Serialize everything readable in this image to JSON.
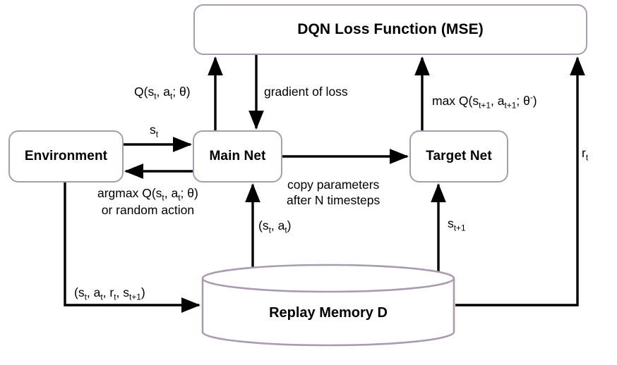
{
  "diagram": {
    "title": "DQN architecture flow diagram",
    "colors": {
      "node_border": "#a99bb0",
      "arrow": "#000000",
      "background": "#ffffff",
      "text": "#000000"
    },
    "nodes": {
      "loss": "DQN Loss Function (MSE)",
      "environment": "Environment",
      "main_net": "Main Net",
      "target_net": "Target Net",
      "replay_memory": "Replay Memory D"
    },
    "edge_labels": {
      "q_main": "Q(s_t, a_t; θ)",
      "gradient": "gradient of loss",
      "max_q_target": "max Q(s_t+1, a_t+1; θ-)",
      "state": "s_t",
      "argmax_line1": "argmax Q(s_t, a_t; θ)",
      "argmax_line2": "or random action",
      "copy_line1": "copy parameters",
      "copy_line2": "after N timesteps",
      "state_action": "(s_t, a_t)",
      "next_state": "s_t+1",
      "reward": "r_t",
      "transition": "(s_t, a_t, r_t, s_t+1)"
    }
  }
}
